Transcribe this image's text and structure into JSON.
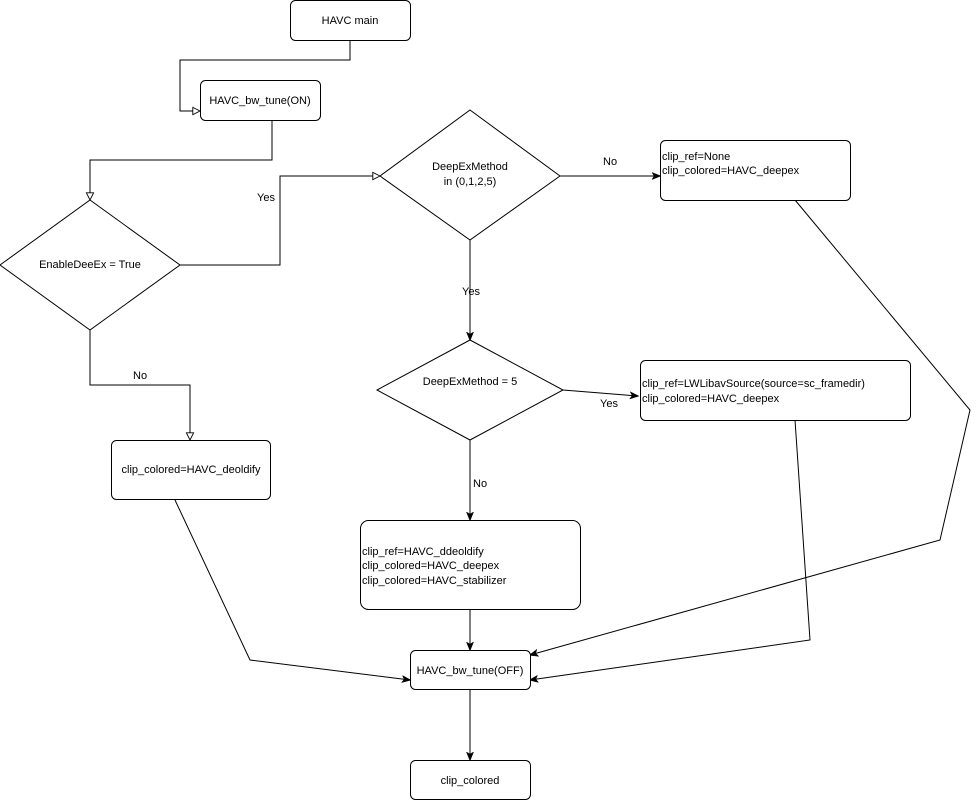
{
  "nodes": {
    "havc_main": {
      "label": "HAVC main"
    },
    "bw_tune_on": {
      "label": "HAVC_bw_tune(ON)"
    },
    "enable_deeex": {
      "label": "EnableDeeEx = True"
    },
    "deepex_method_in": {
      "lines": [
        "DeepExMethod",
        "in (0,1,2,5)"
      ]
    },
    "clip_ref_none": {
      "lines": [
        "clip_ref=None",
        "clip_colored=HAVC_deepex"
      ]
    },
    "deepex_method_5": {
      "label": "DeepExMethod = 5"
    },
    "lwlibav": {
      "lines": [
        "clip_ref=LWLibavSource(source=sc_framedir)",
        "clip_colored=HAVC_deepex"
      ]
    },
    "deoldify": {
      "label": "clip_colored=HAVC_deoldify"
    },
    "ddeoldify": {
      "lines": [
        "clip_ref=HAVC_ddeoldify",
        "clip_colored=HAVC_deepex",
        "clip_colored=HAVC_stabilizer"
      ]
    },
    "bw_tune_off": {
      "label": "HAVC_bw_tune(OFF)"
    },
    "clip_colored": {
      "label": "clip_colored"
    }
  },
  "edge_labels": {
    "enable_yes": "Yes",
    "enable_no": "No",
    "method_in_no": "No",
    "method_in_yes": "Yes",
    "method5_yes": "Yes",
    "method5_no": "No"
  }
}
